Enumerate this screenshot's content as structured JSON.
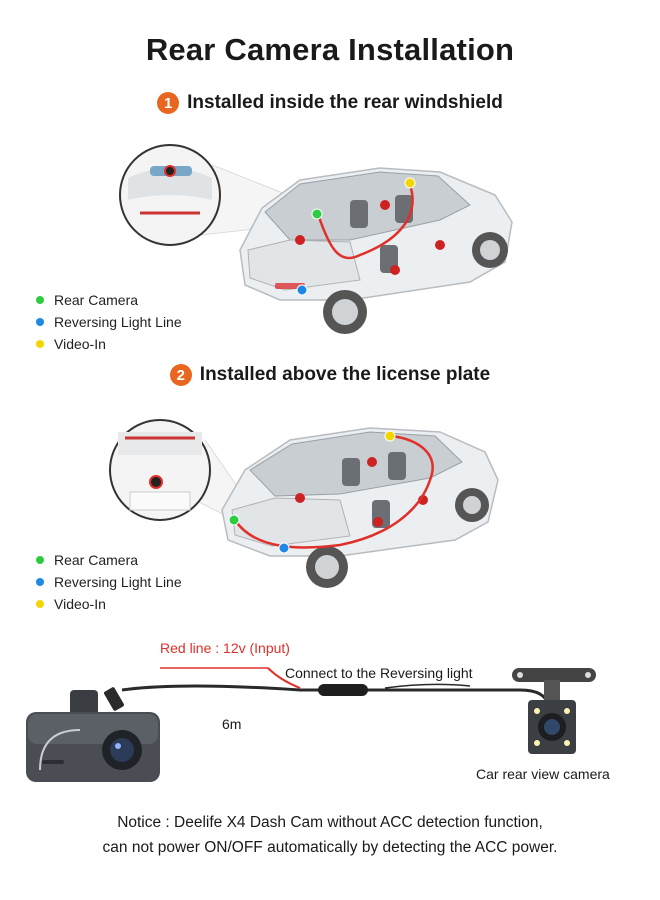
{
  "title": "Rear Camera Installation",
  "step1": {
    "number": "1",
    "text": "Installed inside the rear windshield"
  },
  "step2": {
    "number": "2",
    "text": "Installed above the license plate"
  },
  "legend": [
    {
      "label": "Rear Camera",
      "color": "#2ecc40"
    },
    {
      "label": "Reversing Light Line",
      "color": "#1e88e5"
    },
    {
      "label": "Video-In",
      "color": "#f2d600"
    }
  ],
  "wiring": {
    "red_line": "Red line : 12v (Input)",
    "reversing": "Connect to the Reversing light",
    "length": "6m",
    "camera": "Car rear view camera"
  },
  "notice": {
    "line1": "Notice : Deelife X4 Dash Cam without ACC detection function,",
    "line2": "can not power ON/OFF automatically by detecting the ACC power."
  },
  "colors": {
    "accent": "#e8661f",
    "red_wire": "#e0302a"
  }
}
